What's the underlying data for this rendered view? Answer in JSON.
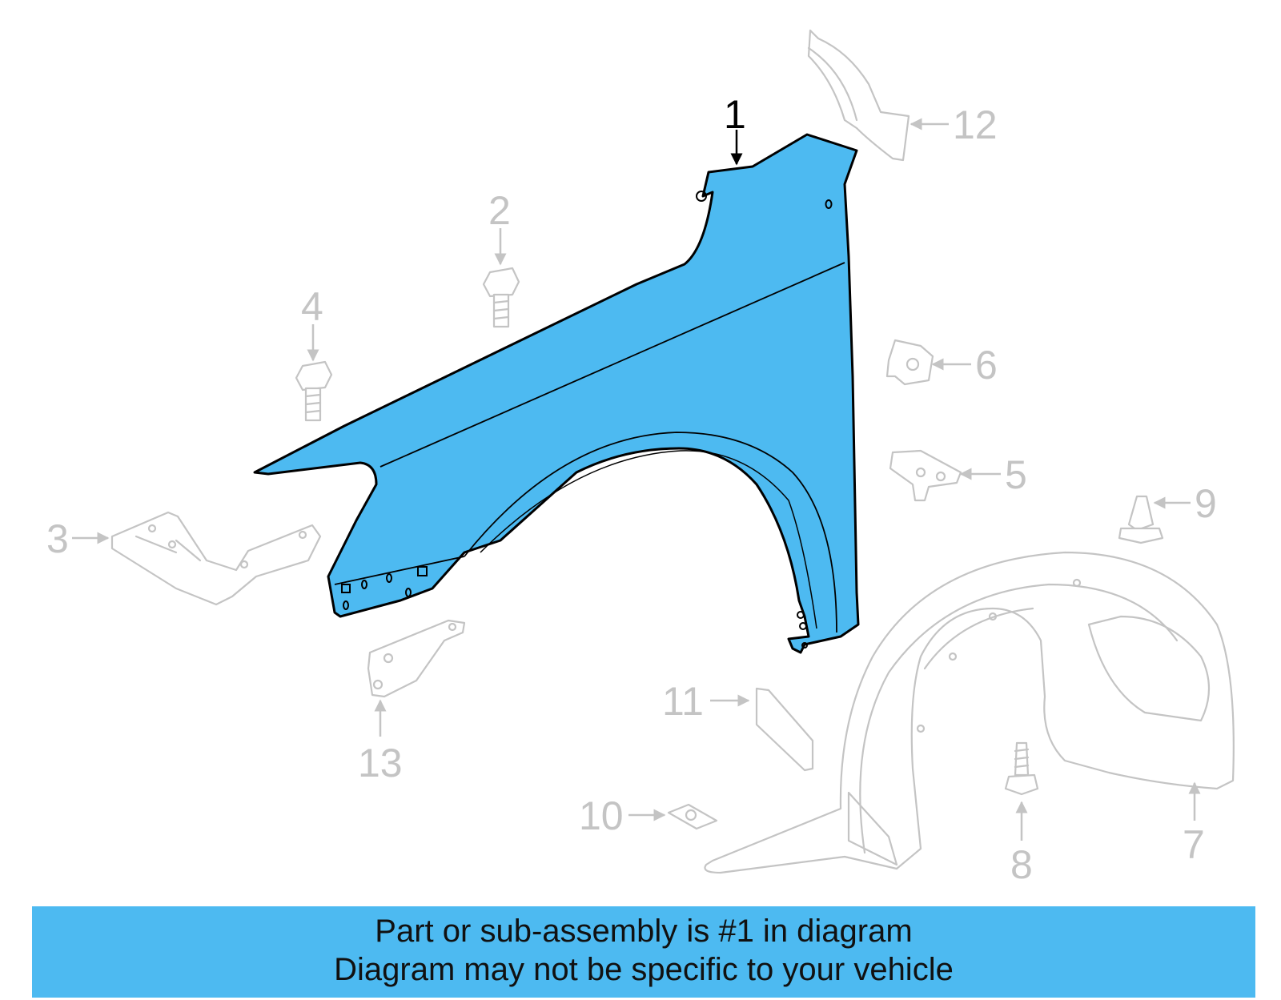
{
  "diagram": {
    "callouts": [
      "1",
      "2",
      "3",
      "4",
      "5",
      "6",
      "7",
      "8",
      "9",
      "10",
      "11",
      "12",
      "13"
    ],
    "highlight_color": "#4dbaf1",
    "ghost_color": "#c4c4c4"
  },
  "banner": {
    "line1": "Part or sub-assembly is #1 in diagram",
    "line2": "Diagram may not be specific to your vehicle",
    "color": "#4dbaf1"
  }
}
